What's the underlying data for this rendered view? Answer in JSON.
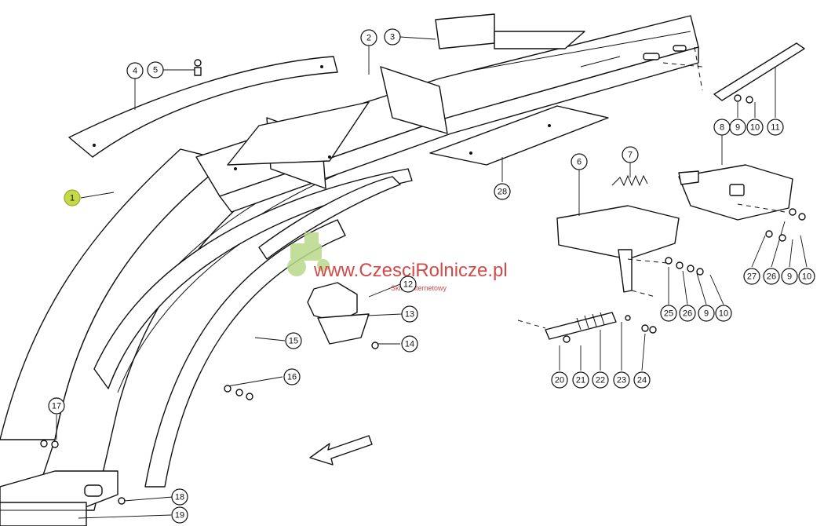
{
  "callouts": [
    "1",
    "2",
    "3",
    "4",
    "5",
    "6",
    "7",
    "8",
    "9",
    "10",
    "11",
    "12",
    "13",
    "14",
    "15",
    "16",
    "17",
    "18",
    "19",
    "20",
    "21",
    "22",
    "23",
    "24",
    "25",
    "26",
    "9",
    "10",
    "27",
    "26",
    "9",
    "10",
    "28"
  ],
  "highlight_color": "#c4d94a",
  "watermark": {
    "site": "www.CzesciRolnicze.pl",
    "tagline": "Sklep internetowy",
    "color": "#cc2a2a",
    "logo_color": "#b9d98a",
    "logo_icon": "tractor-icon"
  },
  "direction_arrow": "arrow-icon"
}
